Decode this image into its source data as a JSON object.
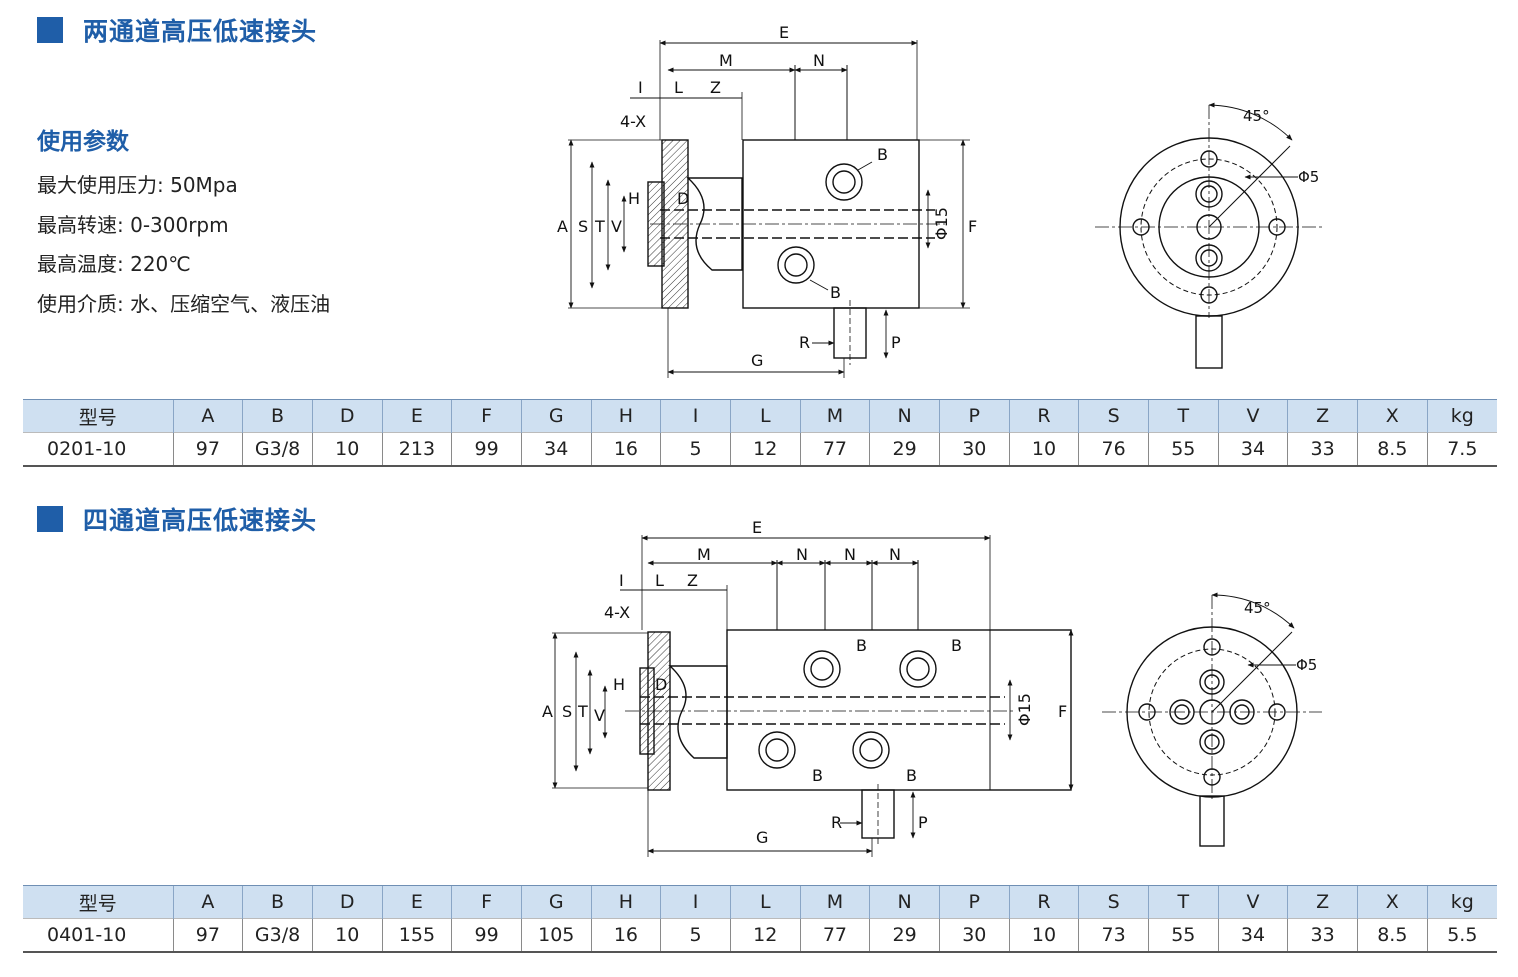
{
  "section1": {
    "title": "两通道高压低速接头",
    "params_heading": "使用参数",
    "params": [
      "最大使用压力: 50Mpa",
      "最高转速: 0-300rpm",
      "最高温度: 220℃",
      "使用介质: 水、压缩空气、液压油"
    ],
    "table": {
      "headers": [
        "型号",
        "A",
        "B",
        "D",
        "E",
        "F",
        "G",
        "H",
        "I",
        "L",
        "M",
        "N",
        "P",
        "R",
        "S",
        "T",
        "V",
        "Z",
        "X",
        "kg"
      ],
      "row": [
        "0201-10",
        "97",
        "G3/8",
        "10",
        "213",
        "99",
        "34",
        "16",
        "5",
        "12",
        "77",
        "29",
        "30",
        "10",
        "76",
        "55",
        "34",
        "33",
        "8.5",
        "7.5"
      ]
    },
    "drawing_labels": {
      "E": "E",
      "M": "M",
      "N": "N",
      "I": "I",
      "L": "L",
      "Z": "Z",
      "X4": "4-X",
      "H": "H",
      "D": "D",
      "A": "A",
      "S": "S",
      "T": "T",
      "V": "V",
      "B": "B",
      "phi15": "Φ15",
      "F": "F",
      "R": "R",
      "P": "P",
      "G": "G",
      "angle": "45°",
      "phi5": "Φ5"
    }
  },
  "section2": {
    "title": "四通道高压低速接头",
    "table": {
      "headers": [
        "型号",
        "A",
        "B",
        "D",
        "E",
        "F",
        "G",
        "H",
        "I",
        "L",
        "M",
        "N",
        "P",
        "R",
        "S",
        "T",
        "V",
        "Z",
        "X",
        "kg"
      ],
      "row": [
        "0401-10",
        "97",
        "G3/8",
        "10",
        "155",
        "99",
        "105",
        "16",
        "5",
        "12",
        "77",
        "29",
        "30",
        "10",
        "73",
        "55",
        "34",
        "33",
        "8.5",
        "5.5"
      ]
    },
    "drawing_labels": {
      "E": "E",
      "M": "M",
      "N": "N",
      "I": "I",
      "L": "L",
      "Z": "Z",
      "X4": "4-X",
      "H": "H",
      "D": "D",
      "A": "A",
      "S": "S",
      "T": "T",
      "V": "V",
      "B": "B",
      "phi15": "Φ15",
      "F": "F",
      "R": "R",
      "P": "P",
      "G": "G",
      "angle": "45°",
      "phi5": "Φ5"
    }
  },
  "colors": {
    "accent": "#1f5ea8",
    "table_header": "#cfe0f1"
  }
}
